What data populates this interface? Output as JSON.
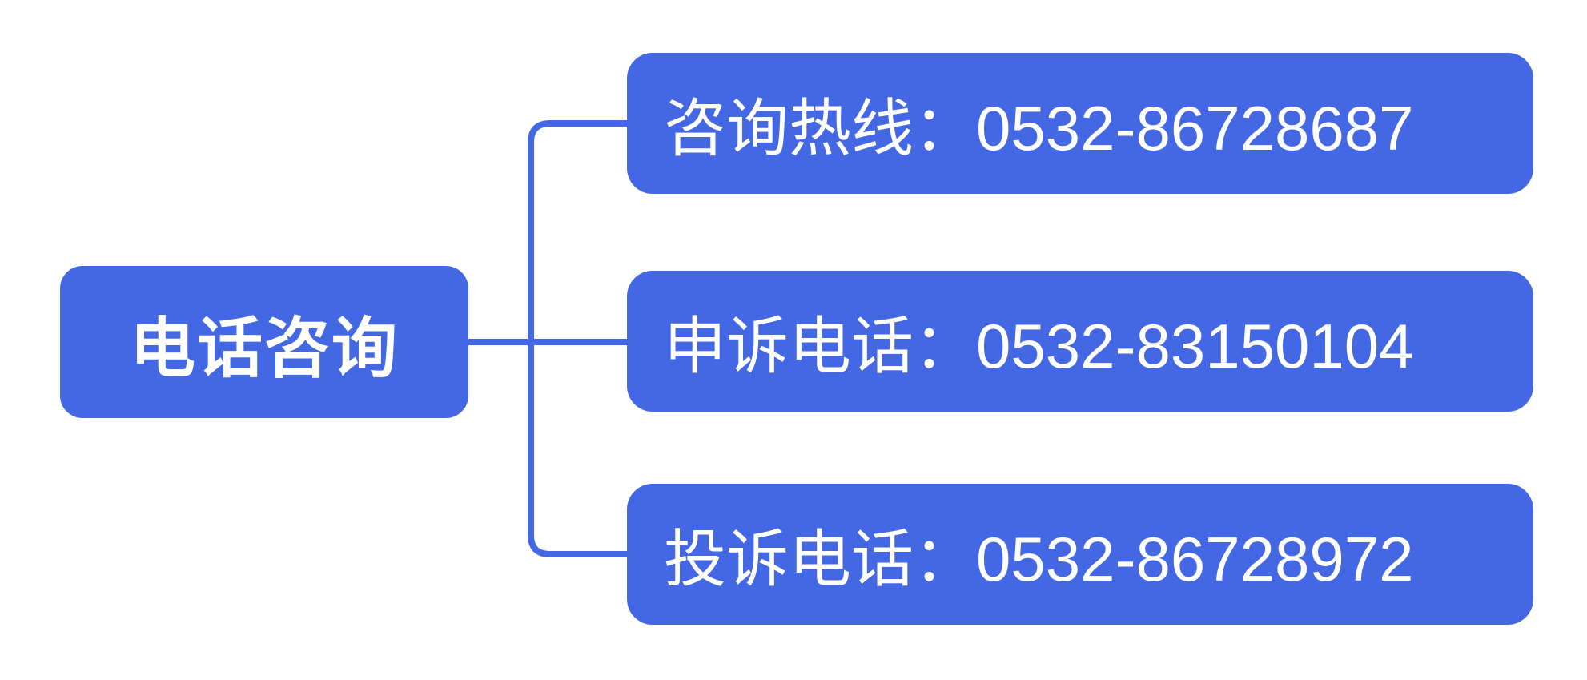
{
  "diagram": {
    "root": {
      "label": "电话咨询"
    },
    "children": [
      {
        "label": "咨询热线：0532-86728687"
      },
      {
        "label": "申诉电话：0532-83150104"
      },
      {
        "label": "投诉电话：0532-86728972"
      }
    ]
  },
  "colors": {
    "node_fill": "#4468E3",
    "connector": "#4468E3",
    "node_text": "#FFFFFF",
    "background": "#FFFFFF"
  }
}
